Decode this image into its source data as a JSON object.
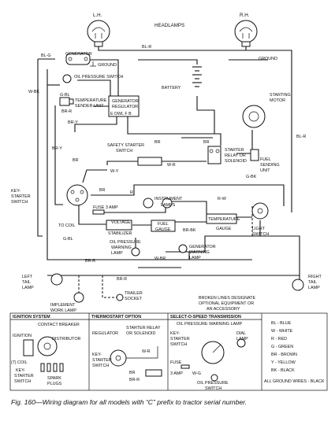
{
  "main": {
    "lamps": {
      "lh": "L.H.",
      "rh": "R.H.",
      "headlamps": "HEADLAMPS"
    },
    "components": {
      "generator": "GENERATOR",
      "ground_top": "GROUND",
      "ground_right": "GROUND",
      "oil_pressure_switch": "OIL PRESSURE SWITCH",
      "temp_sender_1": "TEMPERATURE",
      "temp_sender_2": "SENDER UNIT",
      "gen_reg_1": "GENERATOR",
      "gen_reg_2": "REGULATOR",
      "reg_terminals": "E  DWL  F  B",
      "battery": "BATTERY",
      "starting_motor_1": "STARTING",
      "starting_motor_2": "MOTOR",
      "safety_starter_1": "SAFETY STARTER",
      "safety_starter_2": "SWITCH",
      "starter_relay_1": "STARTER",
      "starter_relay_2": "RELAY OR",
      "starter_relay_3": "SOLENOID",
      "fuel_sending_1": "FUEL",
      "fuel_sending_2": "SENDING",
      "fuel_sending_3": "UNIT",
      "key_starter_1": "KEY-",
      "key_starter_2": "STARTER",
      "key_starter_3": "SWITCH",
      "fuse": "FUSE 3 AMP",
      "instrument_lamps_1": "INSTRUMENT",
      "instrument_lamps_2": "LAMPS",
      "to_coil": "TO COIL",
      "voltage_stab_1": "VOLTAGE",
      "voltage_stab_2": "STABILIZER",
      "fuel_gauge_1": "FUEL",
      "fuel_gauge_2": "GAUGE",
      "temp_gauge_1": "TEMPERATURE",
      "temp_gauge_2": "GAUGE",
      "light_switch_1": "LIGHT",
      "light_switch_2": "SWITCH",
      "oil_warn_1": "OIL PRESSURE",
      "oil_warn_2": "WARNING",
      "oil_warn_3": "LAMP",
      "gen_warn_1": "GENERATOR",
      "gen_warn_2": "WARNING",
      "gen_warn_3": "LAMP",
      "left_tail_1": "LEFT",
      "left_tail_2": "TAIL",
      "left_tail_3": "LAMP",
      "trailer_1": "TRAILER",
      "trailer_2": "SOCKET",
      "implement_1": "IMPLEMENT",
      "implement_2": "WORK LAMP",
      "broken_1": "BROKEN LINES DESIGNATE",
      "broken_2": "OPTIONAL EQUIPMENT OR",
      "broken_3": "AN ACCESSORY",
      "right_tail_1": "RIGHT",
      "right_tail_2": "TAIL",
      "right_tail_3": "LAMP"
    },
    "wires": {
      "bl_r_top": "BL-R",
      "bl_g": "BL-G",
      "w_bk": "W-BK",
      "g_bl_1": "G-BL",
      "br_r_1": "BR-R",
      "br_y_1": "BR-Y",
      "br_y_2": "BR-Y",
      "br_1": "BR",
      "br_2": "BR",
      "br_3": "BR",
      "w_r": "W-R",
      "w_y": "W-Y",
      "bl_r_right": "BL-R",
      "g_bk": "G-BK",
      "r_w": "R-W",
      "w_br": "W-BR",
      "br_4": "BR",
      "r": "R",
      "br_bk": "BR-BK",
      "g_bl_2": "G-BL",
      "br_r_2": "BR-R",
      "br_r_3": "BR-R"
    },
    "panels": {
      "ignition": {
        "title": "IGNITION SYSTEM",
        "contact_breaker": "CONTACT BREAKER",
        "distributor": "DISTRIBUTOR",
        "ignition_1": "IGNITION",
        "ignition_2": "COIL",
        "key_1": "KEY-",
        "key_2": "STARTER",
        "key_3": "SWITCH",
        "num": "(7)",
        "spark_1": "SPARK",
        "spark_2": "PLUGS"
      },
      "thermostart": {
        "title": "THERMOSTART OPTION",
        "regulator": "REGULATOR",
        "starter_relay_1": "STARTER RELAY",
        "starter_relay_2": "OR SOLENOID",
        "key_1": "KEY-",
        "key_2": "STARTER",
        "key_3": "SWITCH",
        "w_r": "W-R",
        "br": "BR",
        "br_r": "BR-R"
      },
      "selecto": {
        "title": "SELECT-O-SPEED TRANSMISSION",
        "oil_warn": "OIL PRESSURE WARNING LAMP",
        "key_1": "KEY-",
        "key_2": "STARTER",
        "key_3": "SWITCH",
        "dial_1": "DIAL",
        "dial_2": "LAMP",
        "fuse_1": "FUSE",
        "fuse_2": "3 AMP",
        "oil_sw_1": "OIL PRESSURE",
        "oil_sw_2": "SWITCH",
        "w_g": "W-G"
      },
      "legend": {
        "items": [
          "BL - BLUE",
          "W - WHITE",
          "R - RED",
          "G - GREEN",
          "BR - BROWN",
          "Y - YELLOW",
          "BK - BLACK"
        ],
        "ground_note": "ALL GROUND WIRES - BLACK"
      }
    },
    "caption": "Fig. 160—Wiring diagram for all models with “C” prefix to tractor serial number."
  }
}
